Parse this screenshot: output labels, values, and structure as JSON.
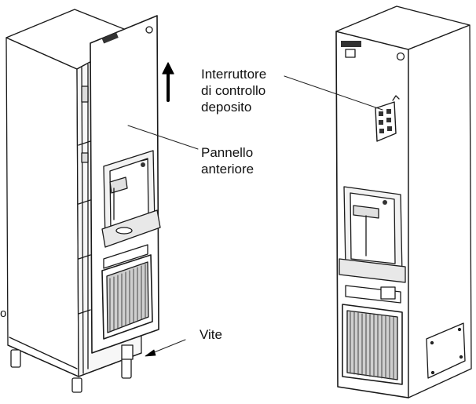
{
  "labels": {
    "bin_control_switch": [
      "Interruttore",
      "di controllo",
      "deposito"
    ],
    "front_panel": [
      "Pannello",
      "anteriore"
    ],
    "screw": "Vite",
    "edge_fragment": "o"
  },
  "colors": {
    "line": "#1a1a1a",
    "fill": "#ffffff",
    "shade": "#dcdcdc",
    "dark": "#333333"
  },
  "icons": [
    "up-arrow-icon"
  ]
}
